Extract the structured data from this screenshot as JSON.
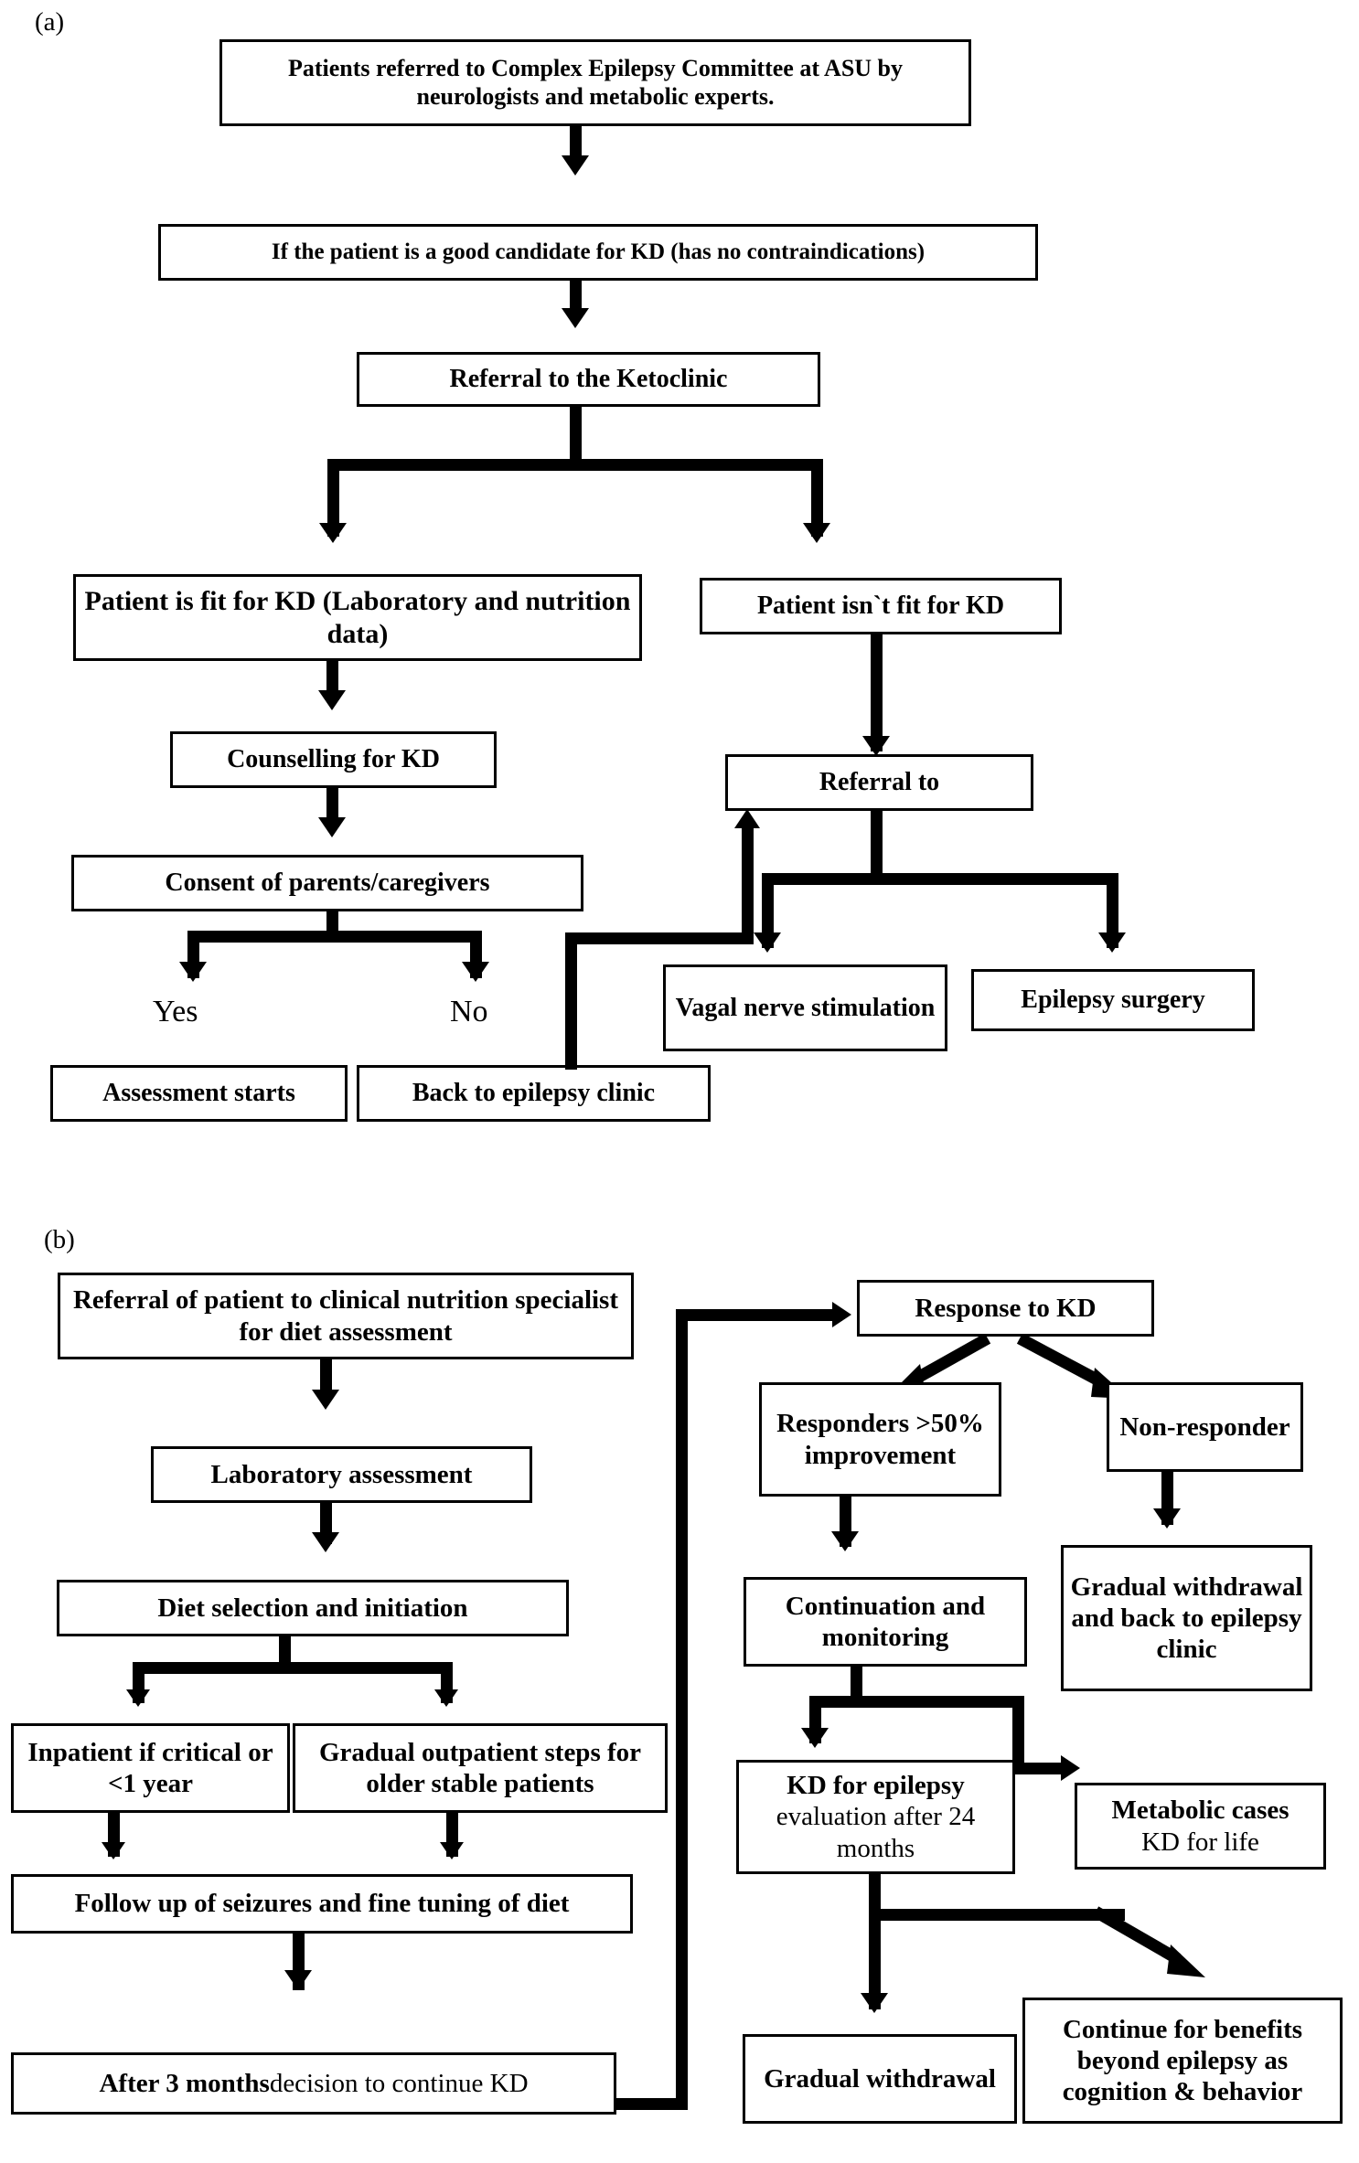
{
  "panels": [
    {
      "label": "(a)"
    },
    {
      "label": "(b)"
    }
  ],
  "flowchart_a": {
    "nodes": [
      {
        "id": "a1",
        "text": "Patients referred to Complex Epilepsy Committee at ASU by neurologists and metabolic experts."
      },
      {
        "id": "a2",
        "text": "If the patient is a good candidate for KD (has no contraindications)"
      },
      {
        "id": "a3",
        "text": "Referral to the Ketoclinic"
      },
      {
        "id": "a4",
        "text": "Patient is fit for KD (Laboratory and nutrition data)"
      },
      {
        "id": "a5",
        "text": "Patient isn`t fit for KD"
      },
      {
        "id": "a6",
        "text": "Counselling for KD"
      },
      {
        "id": "a7",
        "text": "Referral to"
      },
      {
        "id": "a8",
        "text": "Consent of parents/caregivers"
      },
      {
        "id": "a9",
        "text": "Vagal nerve stimulation"
      },
      {
        "id": "a10",
        "text": "Epilepsy surgery"
      },
      {
        "id": "a11",
        "text": "Assessment starts"
      },
      {
        "id": "a12",
        "text": "Back to epilepsy clinic"
      }
    ],
    "edge_labels": [
      {
        "id": "yes",
        "text": "Yes"
      },
      {
        "id": "no",
        "text": "No"
      }
    ]
  },
  "flowchart_b": {
    "nodes": [
      {
        "id": "b1",
        "text": "Referral of patient to clinical nutrition specialist for diet assessment"
      },
      {
        "id": "b2",
        "text": "Laboratory assessment"
      },
      {
        "id": "b3",
        "text": "Diet selection and initiation"
      },
      {
        "id": "b4",
        "text": "Inpatient if critical or <1 year"
      },
      {
        "id": "b5",
        "text": "Gradual outpatient steps for older stable patients"
      },
      {
        "id": "b6",
        "text": "Follow up of seizures and fine tuning of diet"
      },
      {
        "id": "b7_bold",
        "text": "After 3 months",
        "b7_rest": " decision to continue KD"
      },
      {
        "id": "b8",
        "text": "Response to KD"
      },
      {
        "id": "b9",
        "text": "Responders >50% improvement"
      },
      {
        "id": "b10",
        "text": "Non-responder"
      },
      {
        "id": "b11",
        "text": "Continuation and monitoring"
      },
      {
        "id": "b12",
        "text": "Gradual withdrawal and back to epilepsy clinic"
      },
      {
        "id": "b13_bold",
        "text": "KD for epilepsy",
        "b13_rest": "evaluation after 24 months"
      },
      {
        "id": "b14_bold",
        "text": "Metabolic cases",
        "b14_rest": "KD for life"
      },
      {
        "id": "b15",
        "text": "Gradual withdrawal"
      },
      {
        "id": "b16",
        "text": "Continue for benefits beyond epilepsy as cognition & behavior"
      }
    ]
  }
}
